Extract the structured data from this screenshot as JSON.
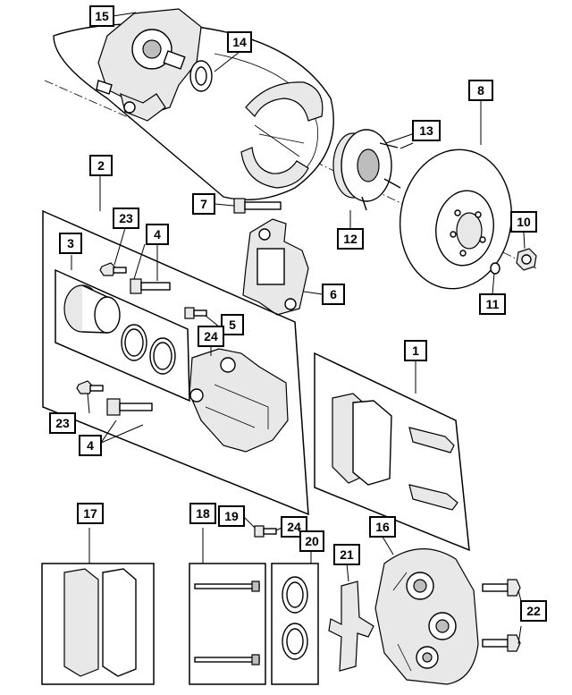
{
  "callouts": {
    "c1": "1",
    "c2": "2",
    "c3": "3",
    "c4a": "4",
    "c4b": "4",
    "c5": "5",
    "c6": "6",
    "c7": "7",
    "c8": "8",
    "c10": "10",
    "c11": "11",
    "c12": "12",
    "c13": "13",
    "c14": "14",
    "c15": "15",
    "c16": "16",
    "c17": "17",
    "c18": "18",
    "c19": "19",
    "c20": "20",
    "c21": "21",
    "c22": "22",
    "c23a": "23",
    "c23b": "23",
    "c24a": "24",
    "c24b": "24"
  },
  "colors": {
    "line": "#000000",
    "fill": "#ffffff",
    "shade": "#bdbdbd"
  }
}
